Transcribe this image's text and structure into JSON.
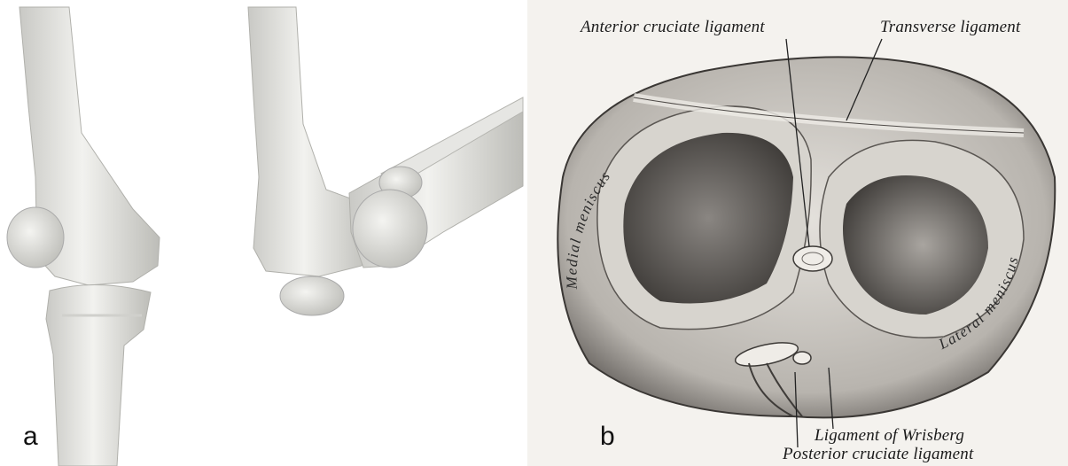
{
  "figure": {
    "panel_a": {
      "letter": "a",
      "colors": {
        "bone": "#e9e9e6",
        "bone_shadow": "#c6c6c2",
        "background": "#ffffff"
      }
    },
    "panel_b": {
      "letter": "b",
      "labels": {
        "anterior_cruciate": "Anterior cruciate ligament",
        "transverse": "Transverse ligament",
        "medial_meniscus": "Medial meniscus",
        "lateral_meniscus": "Lateral meniscus",
        "wrisberg": "Ligament of Wrisberg",
        "posterior_cruciate": "Posterior cruciate ligament"
      },
      "colors": {
        "engraving_light": "#d9d6d0",
        "engraving_dark": "#4a4744",
        "background": "#f4f2ee"
      }
    }
  }
}
